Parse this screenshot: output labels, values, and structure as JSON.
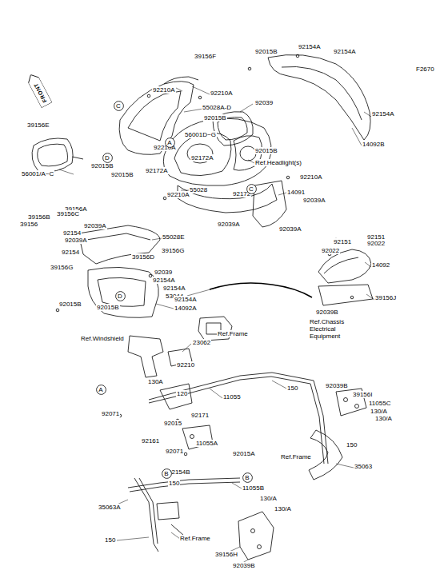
{
  "diagram": {
    "nodes": [
      {
        "text": [
          "FRONT"
        ]
      },
      {
        "text": [
          "C"
        ]
      },
      {
        "text": [
          "A"
        ]
      },
      {
        "text": [
          "D"
        ]
      },
      {
        "text": [
          "C"
        ]
      },
      {
        "text": [
          "D"
        ]
      },
      {
        "text": [
          "A"
        ]
      },
      {
        "text": [
          "B"
        ]
      },
      {
        "text": [
          "B"
        ]
      }
    ],
    "labels": [
      "F2670",
      "92154A",
      "92015B",
      "92154A",
      "39156F",
      "92210A",
      "92210A",
      "92039",
      "55028A-D",
      "92015B",
      "92154A",
      "39156E",
      "56001D~G",
      "92015B",
      "14092B",
      "92210A",
      "92172A",
      "Ref.Headlight(s)",
      "92015B",
      "92172A",
      "56001/A~C",
      "92015B",
      "92210A",
      "55028",
      "14091",
      "92210A",
      "92172",
      "92039A",
      "39156A",
      "39156B",
      "39156C",
      "39156",
      "92039A",
      "92039A",
      "92039A",
      "92151",
      "92154",
      "92151",
      "92022",
      "92022",
      "55028E",
      "92039A",
      "92154",
      "39156G",
      "39156D",
      "39156G",
      "14092",
      "92039",
      "92154A",
      "92154A",
      "53044",
      "92154A",
      "39156J",
      "92015B",
      "92015B",
      "14092A",
      "92039B",
      "Ref.Chassis Electrical Equipment",
      "Ref.Frame",
      "Ref.Windshield",
      "23062",
      "92210",
      "130A",
      "120",
      "11055",
      "150",
      "92039B",
      "39156I",
      "11055C",
      "130/A",
      "130/A",
      "92071",
      "92171",
      "92015",
      "92161",
      "11055A",
      "150",
      "92071",
      "92015A",
      "Ref.Frame",
      "35063",
      "92154B",
      "150",
      "11055B",
      "130/A",
      "130/A",
      "35063A",
      "150",
      "Ref.Frame",
      "39156H",
      "92039B"
    ]
  }
}
